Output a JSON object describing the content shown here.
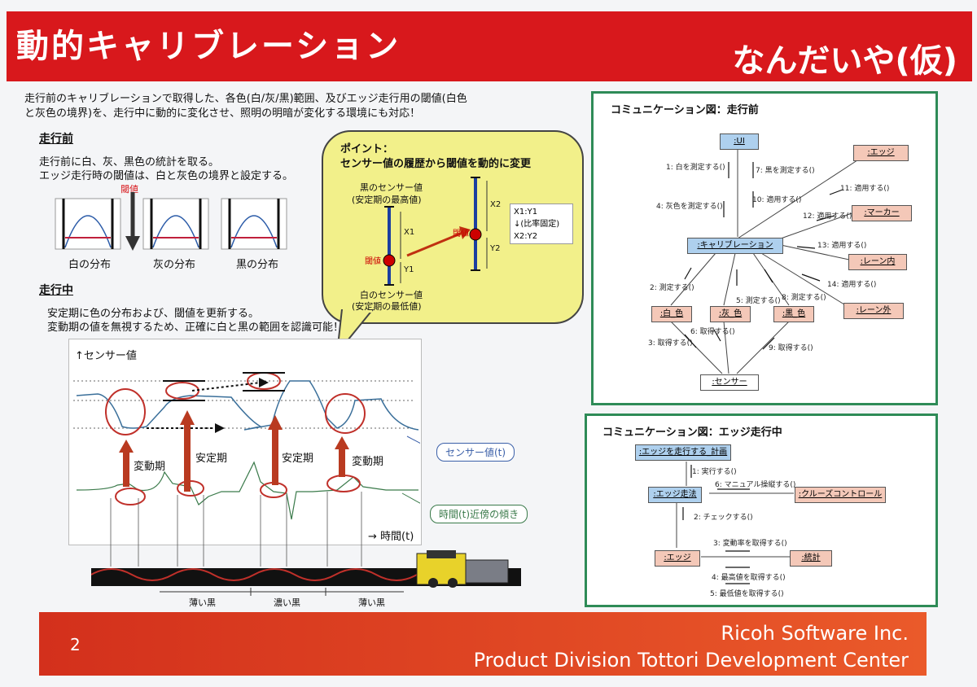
{
  "header": {
    "title": "動的キャリブレーション",
    "subtitle": "なんだいや(仮)"
  },
  "intro": {
    "line1": "走行前のキャリブレーションで取得した、各色(白/灰/黒)範囲、及びエッジ走行用の閾値(白色",
    "line2": "と灰色の境界)を、走行中に動的に変化させ、照明の明暗が変化する環境にも対応！"
  },
  "before_run": {
    "heading": "走行前",
    "line1": "走行前に白、灰、黒色の統計を取る。",
    "line2": "エッジ走行時の閾値は、白と灰色の境界と設定する。",
    "threshold_label": "閾値",
    "dist_labels": [
      "白の分布",
      "灰の分布",
      "黒の分布"
    ]
  },
  "point": {
    "title1": "ポイント：",
    "title2": "センサー値の履歴から閾値を動的に変更",
    "black_label1": "黒のセンサー値",
    "black_label2": "(安定期の最高値)",
    "white_label1": "白のセンサー値",
    "white_label2": "(安定期の最低値)",
    "threshold1": "閾値",
    "threshold2": "閾値",
    "x1": "X1",
    "y1": "Y1",
    "x2": "X2",
    "y2": "Y2",
    "ratio_line1": "X1:Y1",
    "ratio_line2": "↓(比率固定)",
    "ratio_line3": "X2:Y2"
  },
  "during_run": {
    "heading": "走行中",
    "line1": "安定期に色の分布および、閾値を更新する。",
    "line2": "変動期の値を無視するため、正確に白と黒の範囲を認識可能！",
    "y_axis": "↑センサー値",
    "x_axis": "→ 時間(t)",
    "sensor_label": "センサー値(t)",
    "slope_label": "時間(t)近傍の傾き",
    "phase_labels": [
      "変動期",
      "安定期",
      "安定期",
      "変動期"
    ],
    "track_labels": [
      "薄い黒",
      "濃い黒",
      "薄い黒"
    ]
  },
  "comm_before": {
    "title": "コミュニケーション図：走行前",
    "nodes": {
      "ui": ":UI",
      "edge": ":エッジ",
      "marker": ":マーカー",
      "calib": ":キャリブレーション",
      "lane_in": ":レーン内",
      "lane_out": ":レーン外",
      "white": ":白_色",
      "gray": ":灰_色",
      "black": ":黒_色",
      "sensor": ":センサー"
    },
    "messages": {
      "m1": "1: 白を測定する()",
      "m7": "7: 黒を測定する()",
      "m4": "4: 灰色を測定する()",
      "m10": "10: 適用する()",
      "m11": "11: 適用する()",
      "m12": "12: 適用する()",
      "m13": "13: 適用する()",
      "m14": "14: 適用する()",
      "m2": "2: 測定する()",
      "m5": "5: 測定する()",
      "m8": "8: 測定する()",
      "m3": "3: 取得する()",
      "m6": "6: 取得する()",
      "m9": "9: 取得する()"
    }
  },
  "comm_edge": {
    "title": "コミュニケーション図：エッジ走行中",
    "nodes": {
      "plan": ":エッジを走行する_計画",
      "method": ":エッジ走法",
      "cruise": ":クルーズコントロール",
      "edge": ":エッジ",
      "stats": ":統計"
    },
    "messages": {
      "m1": "1: 実行する()",
      "m6": "6: マニュアル操縦する()",
      "m2": "2: チェックする()",
      "m3": "3: 変動率を取得する()",
      "m4": "4: 最高値を取得する()",
      "m5": "5: 最低値を取得する()"
    }
  },
  "footer": {
    "page": "2",
    "company": "Ricoh Software Inc.",
    "division": "Product Division Tottori Development Center"
  }
}
